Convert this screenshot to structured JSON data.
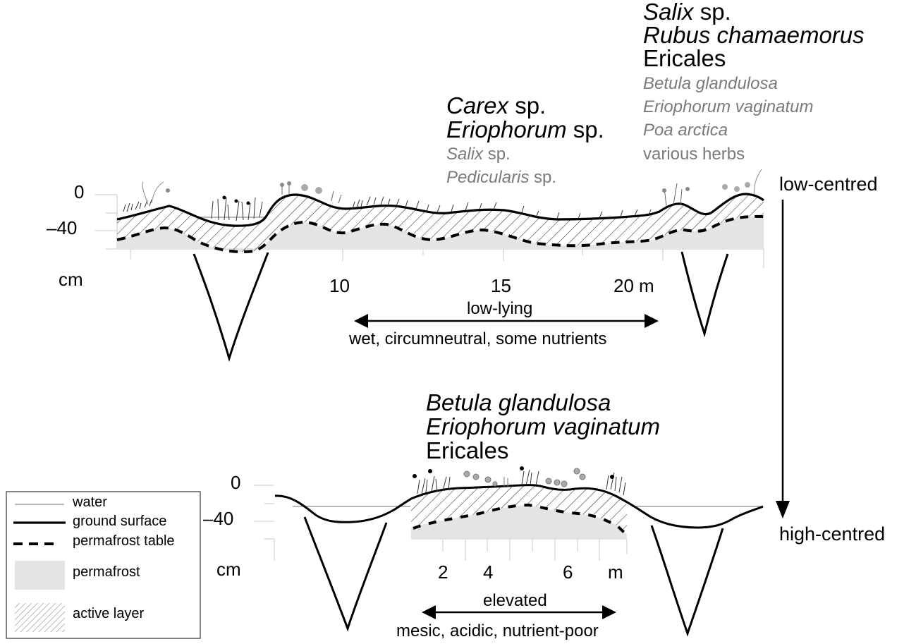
{
  "colors": {
    "ground_surface": "#000000",
    "permafrost_table": "#000000",
    "permafrost_fill": "#e4e4e4",
    "water": "#a0a0a0",
    "secondary_text": "#7a7a7a",
    "axis_grid": "#c8c8c8"
  },
  "top_profile": {
    "type_label": "low-centred",
    "y_axis": {
      "ticks": [
        "0",
        "–40"
      ],
      "unit": "cm"
    },
    "x_axis": {
      "ticks": [
        "10",
        "15",
        "20"
      ],
      "unit": "m"
    },
    "zone_label": "low-lying",
    "zone_conditions": "wet, circumneutral, some nutrients",
    "species_center": {
      "dominant": [
        {
          "genus": "Carex",
          "suffix": " sp."
        },
        {
          "genus": "Eriophorum",
          "suffix": " sp."
        }
      ],
      "secondary": [
        {
          "genus": "Salix",
          "suffix": " sp."
        },
        {
          "genus": "Pedicularis",
          "suffix": " sp."
        }
      ]
    },
    "species_rim": {
      "dominant": [
        {
          "genus": "Salix",
          "suffix": " sp."
        },
        {
          "genus": "Rubus chamaemorus",
          "suffix": ""
        },
        {
          "genus": "",
          "suffix": "Ericales"
        }
      ],
      "secondary": [
        {
          "genus": "Betula glandulosa",
          "suffix": ""
        },
        {
          "genus": "Eriophorum vaginatum",
          "suffix": ""
        },
        {
          "genus": "Poa arctica",
          "suffix": ""
        },
        {
          "genus": "",
          "suffix": "various herbs"
        }
      ]
    }
  },
  "bottom_profile": {
    "type_label": "high-centred",
    "y_axis": {
      "ticks": [
        "0",
        "–40"
      ],
      "unit": "cm"
    },
    "x_axis": {
      "ticks": [
        "2",
        "4",
        "6"
      ],
      "unit": "m"
    },
    "zone_label": "elevated",
    "zone_conditions": "mesic, acidic, nutrient-poor",
    "species": {
      "dominant": [
        {
          "genus": "Betula glandulosa",
          "suffix": ""
        },
        {
          "genus": "Eriophorum vaginatum",
          "suffix": ""
        },
        {
          "genus": "",
          "suffix": "Ericales"
        }
      ]
    }
  },
  "legend": {
    "items": [
      {
        "key": "water",
        "label": "water"
      },
      {
        "key": "ground_surface",
        "label": "ground surface"
      },
      {
        "key": "permafrost_table",
        "label": "permafrost table"
      },
      {
        "key": "permafrost",
        "label": "permafrost"
      },
      {
        "key": "active_layer",
        "label": "active layer"
      }
    ]
  }
}
